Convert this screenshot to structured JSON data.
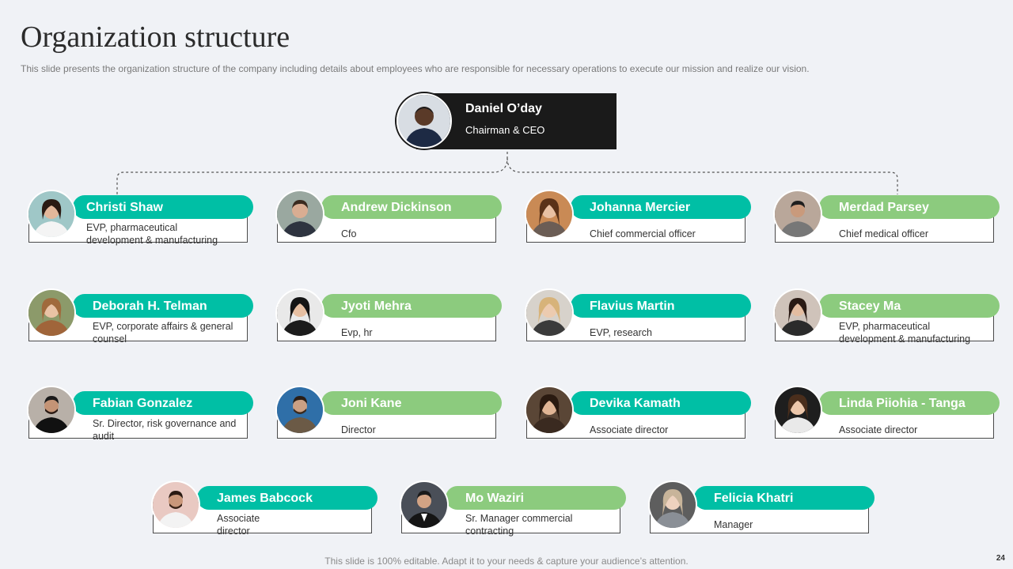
{
  "slide": {
    "title": "Organization structure",
    "subtitle": "This slide presents the organization structure of the company including details about employees who are responsible for necessary operations to execute our mission and realize our vision.",
    "footer": "This slide is 100% editable. Adapt it to your needs & capture your audience’s attention.",
    "page_number": "24"
  },
  "ceo": {
    "name": "Daniel O’day",
    "role": "Chairman  & CEO"
  },
  "employees": [
    {
      "name": "Christi Shaw",
      "role": "EVP, pharmaceutical development  & manufacturing",
      "color": "teal"
    },
    {
      "name": "Andrew Dickinson",
      "role": "Cfo",
      "color": "green"
    },
    {
      "name": "Johanna Mercier",
      "role": "Chief  commercial officer",
      "color": "teal"
    },
    {
      "name": "Merdad Parsey",
      "role": "Chief  medical officer",
      "color": "green"
    },
    {
      "name": "Deborah H. Telman",
      "role": "EVP, corporate affairs  & general counsel",
      "color": "teal"
    },
    {
      "name": "Jyoti Mehra",
      "role": "Evp,  hr",
      "color": "green"
    },
    {
      "name": "Flavius Martin",
      "role": "EVP, research",
      "color": "teal"
    },
    {
      "name": "Stacey Ma",
      "role": "EVP, pharmaceutical development  & manufacturing",
      "color": "green"
    },
    {
      "name": "Fabian Gonzalez",
      "role": "Sr. Director,  risk governance and audit",
      "color": "teal"
    },
    {
      "name": "Joni Kane",
      "role": "Director",
      "color": "green"
    },
    {
      "name": "Devika Kamath",
      "role": "Associate director",
      "color": "teal"
    },
    {
      "name": "Linda Piiohia - Tanga",
      "role": "Associate director",
      "color": "green"
    },
    {
      "name": "James Babcock",
      "role": "Associate director",
      "color": "teal"
    },
    {
      "name": "Mo Waziri",
      "role": "Sr. Manager commercial contracting",
      "color": "green"
    },
    {
      "name": "Felicia Khatri",
      "role": "Manager",
      "color": "teal"
    }
  ],
  "colors": {
    "teal": "#00bfa5",
    "green": "#8ccb7e",
    "ceo_box": "#1a1a1a",
    "background": "#f0f2f6"
  }
}
